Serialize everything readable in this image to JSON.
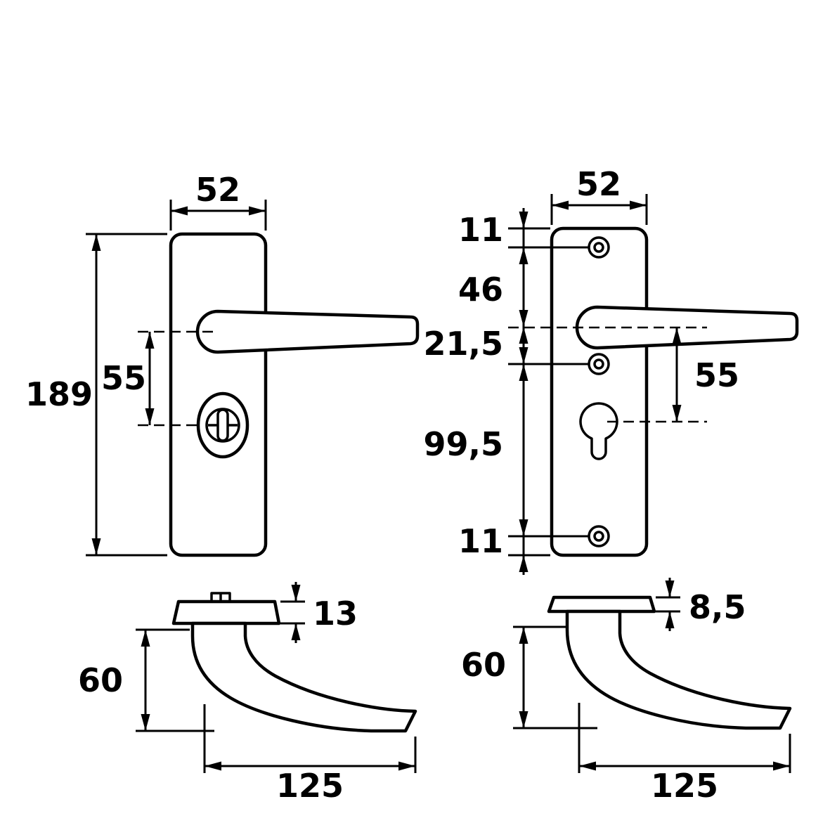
{
  "drawing": {
    "front_left": {
      "plate_width": "52",
      "plate_height": "189",
      "handle_to_cylinder": "55"
    },
    "front_right": {
      "plate_width": "52",
      "top_to_screw": "11",
      "screw_to_handle": "46",
      "handle_to_screw": "21,5",
      "screw_to_screw": "99,5",
      "screw_to_bottom": "11",
      "handle_to_cylinder": "55"
    },
    "side_left": {
      "rose_thickness": "13",
      "grip_depth": "60",
      "grip_length": "125"
    },
    "side_right": {
      "rose_thickness": "8,5",
      "grip_depth": "60",
      "grip_length": "125"
    },
    "colors": {
      "line": "#000000",
      "background": "#ffffff"
    }
  }
}
